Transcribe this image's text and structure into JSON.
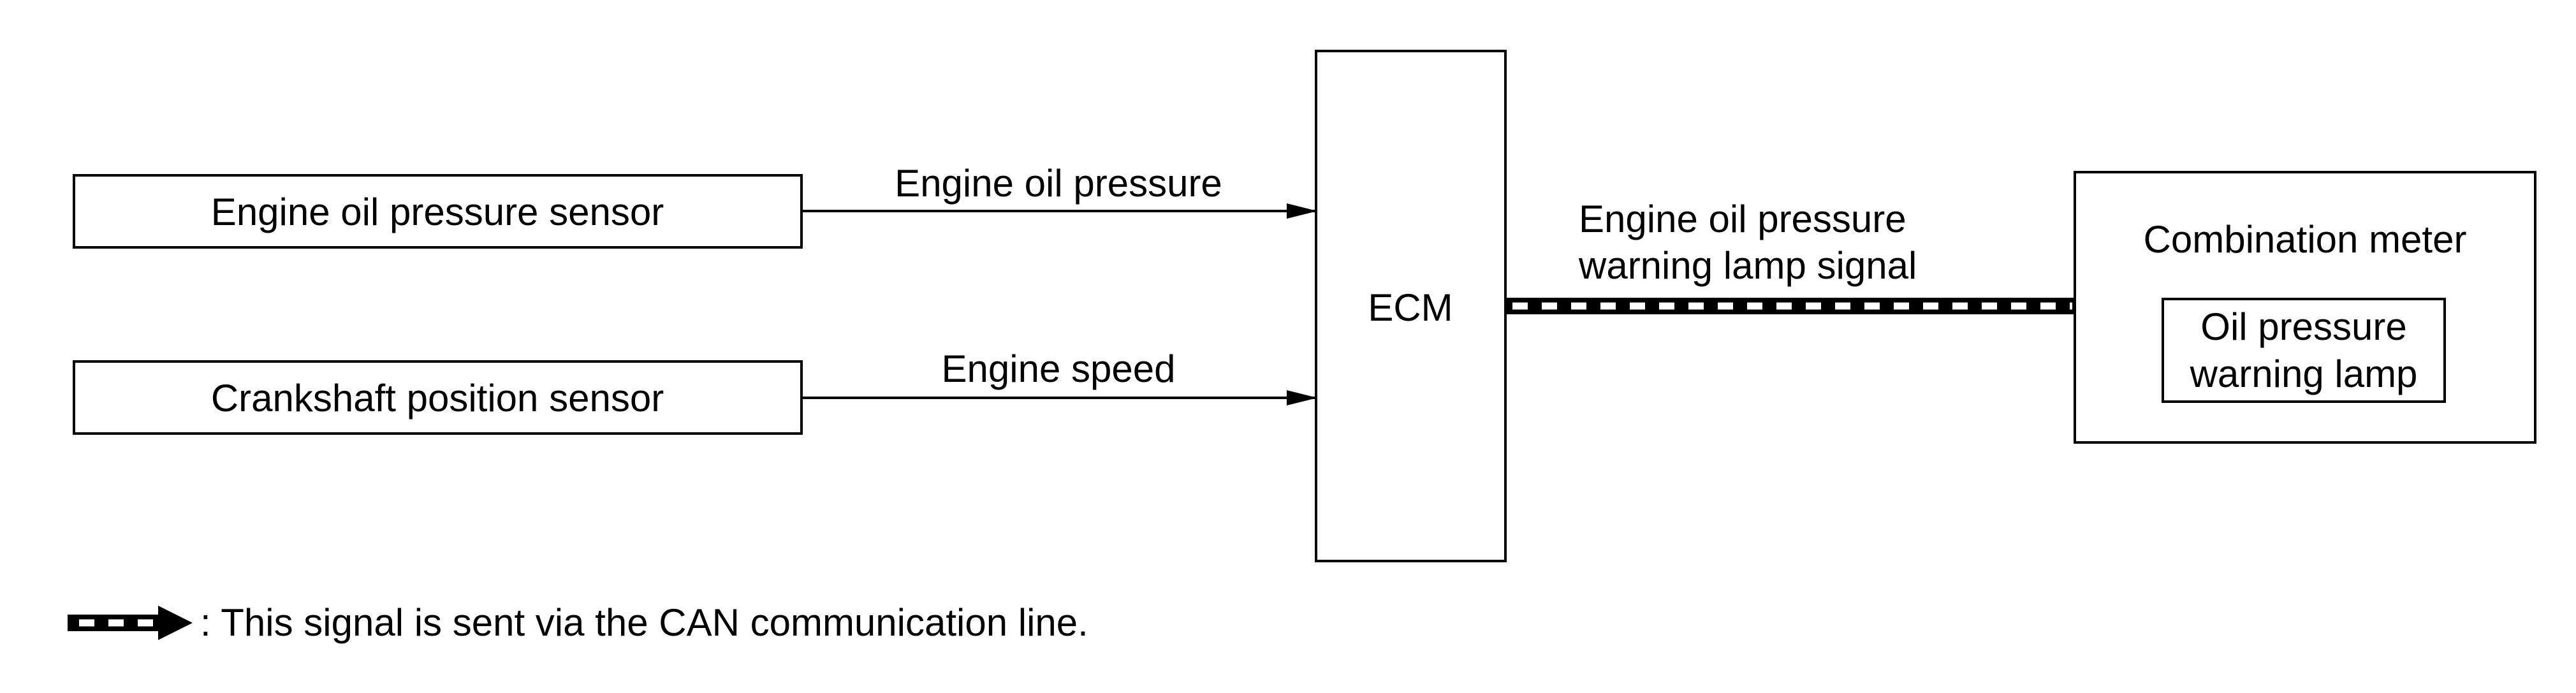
{
  "blocks": {
    "oil_sensor": "Engine oil pressure sensor",
    "crank_sensor": "Crankshaft position sensor",
    "ecm": "ECM",
    "combination_meter": "Combination meter",
    "oil_lamp_line1": "Oil pressure",
    "oil_lamp_line2": "warning lamp"
  },
  "signals": {
    "oil_pressure": "Engine oil pressure",
    "engine_speed": "Engine speed",
    "warning_line1": "Engine oil pressure",
    "warning_line2": "warning lamp signal"
  },
  "legend": {
    "text": ": This signal is sent via the CAN communication line."
  },
  "colors": {
    "stroke": "#000000",
    "background": "#ffffff"
  }
}
